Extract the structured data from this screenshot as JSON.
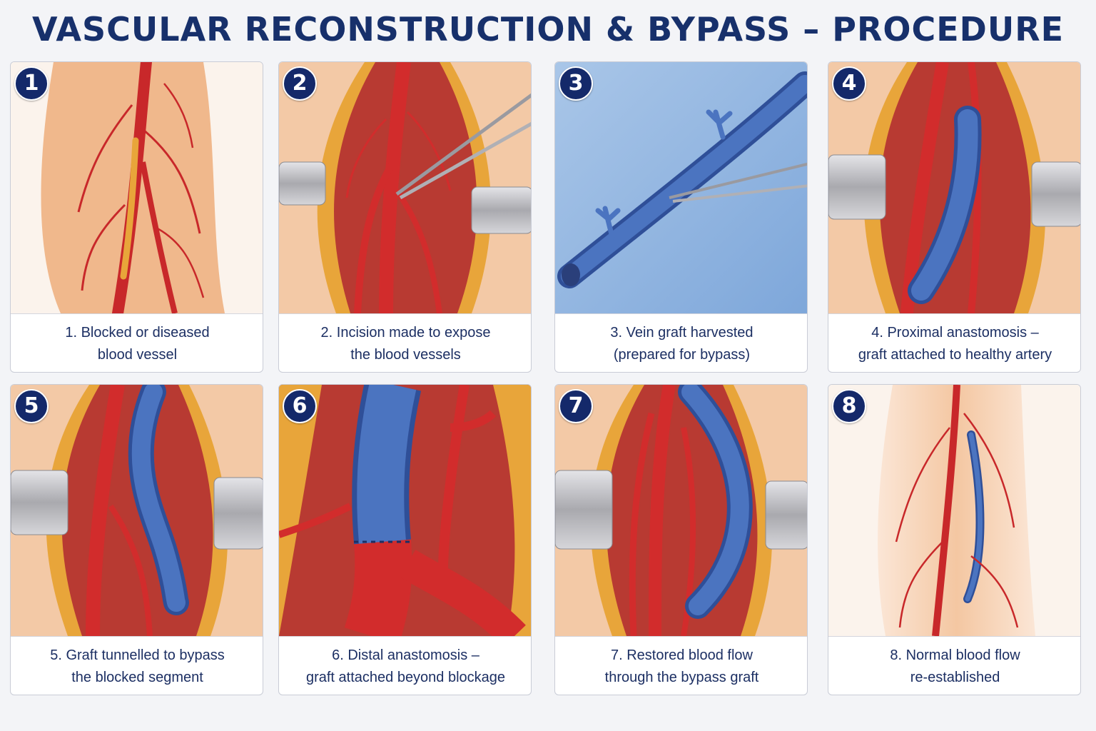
{
  "title": "VASCULAR RECONSTRUCTION & BYPASS – PROCEDURE",
  "colors": {
    "title": "#17306b",
    "badge": "#14296a",
    "artery": "#c8282a",
    "vein_graft": "#3e66b0",
    "skin": "#f0b98c",
    "fat": "#e8a53a",
    "retractor": "#b8b8bc"
  },
  "steps": [
    {
      "number": "1",
      "caption_line1": "1. Blocked or diseased",
      "caption_line2": "blood vessel"
    },
    {
      "number": "2",
      "caption_line1": "2. Incision made to expose",
      "caption_line2": "the blood vessels"
    },
    {
      "number": "3",
      "caption_line1": "3. Vein graft harvested",
      "caption_line2": "(prepared for bypass)"
    },
    {
      "number": "4",
      "caption_line1": "4. Proximal anastomosis –",
      "caption_line2": "graft attached to healthy artery"
    },
    {
      "number": "5",
      "caption_line1": "5. Graft tunnelled to bypass",
      "caption_line2": "the blocked segment"
    },
    {
      "number": "6",
      "caption_line1": "6. Distal anastomosis –",
      "caption_line2": "graft attached beyond blockage"
    },
    {
      "number": "7",
      "caption_line1": "7. Restored blood flow",
      "caption_line2": "through the bypass graft"
    },
    {
      "number": "8",
      "caption_line1": "8. Normal blood flow",
      "caption_line2": "re-established"
    }
  ]
}
